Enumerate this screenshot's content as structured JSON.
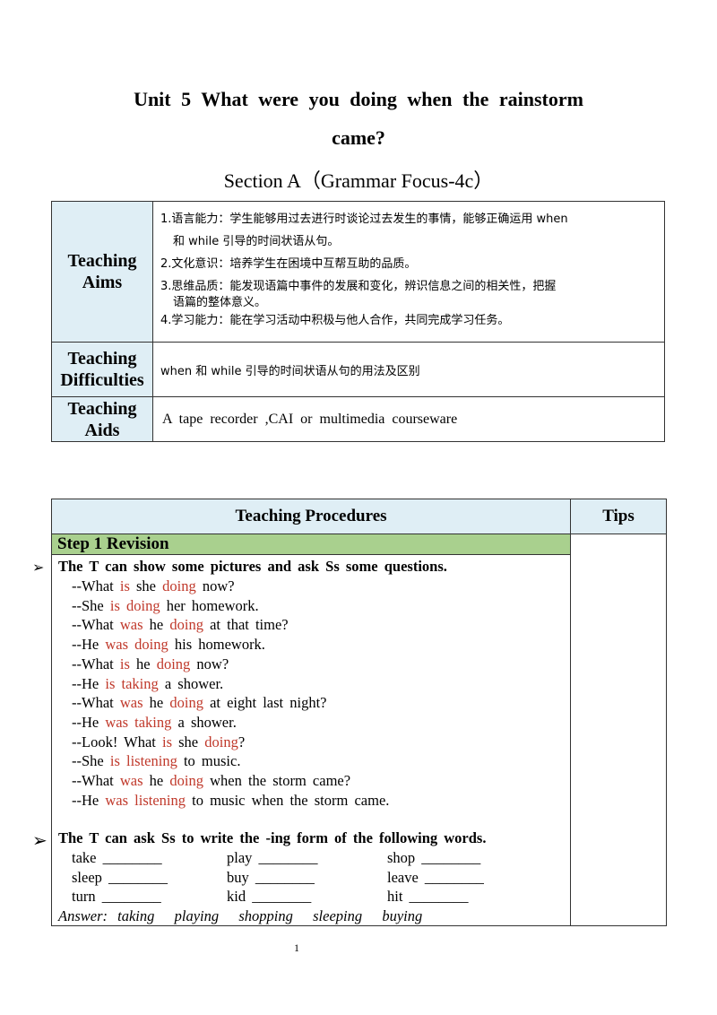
{
  "title": {
    "line1": "Unit 5 What were you doing when the rainstorm",
    "line2": "came?",
    "section": "Section A（Grammar Focus-4c）"
  },
  "info_table": {
    "aims_label_1": "Teaching",
    "aims_label_2": "Aims",
    "aims": [
      "1.语言能力：学生能够用过去进行时谈论过去发生的事情，能够正确运用 when",
      "和 while 引导的时间状语从句。",
      "2.文化意识：培养学生在困境中互帮互助的品质。",
      "3.思维品质：能发现语篇中事件的发展和变化，辨识信息之间的相关性，把握",
      "语篇的整体意义。",
      "4.学习能力：能在学习活动中积极与他人合作，共同完成学习任务。"
    ],
    "diff_label_1": "Teaching",
    "diff_label_2": "Difficulties",
    "difficulties": "when 和 while 引导的时间状语从句的用法及区别",
    "aids_label_1": "Teaching",
    "aids_label_2": "Aids",
    "aids": "A tape recorder ,CAI or multimedia courseware"
  },
  "procedures": {
    "header": "Teaching Procedures",
    "tips_header": "Tips",
    "step": "Step 1 Revision",
    "bullet_glyph": "➢",
    "task1": "The T can show some pictures and ask Ss some questions.",
    "dialogue": [
      [
        [
          "--What ",
          ""
        ],
        [
          "is",
          "red"
        ],
        [
          " she ",
          ""
        ],
        [
          "doing",
          "red"
        ],
        [
          " now?",
          ""
        ]
      ],
      [
        [
          "--She ",
          ""
        ],
        [
          "is doing",
          "red"
        ],
        [
          " her homework.",
          ""
        ]
      ],
      [
        [
          "--What ",
          ""
        ],
        [
          "was",
          "red"
        ],
        [
          " he ",
          ""
        ],
        [
          "doing",
          "red"
        ],
        [
          " at that time?",
          ""
        ]
      ],
      [
        [
          "--He ",
          ""
        ],
        [
          "was doing",
          "red"
        ],
        [
          " his homework.",
          ""
        ]
      ],
      [
        [
          "--What ",
          ""
        ],
        [
          "is",
          "red"
        ],
        [
          " he ",
          ""
        ],
        [
          "doing",
          "red"
        ],
        [
          " now?",
          ""
        ]
      ],
      [
        [
          "--He ",
          ""
        ],
        [
          "is taking",
          "red"
        ],
        [
          " a shower.",
          ""
        ]
      ],
      [
        [
          "--What ",
          ""
        ],
        [
          "was",
          "red"
        ],
        [
          " he ",
          ""
        ],
        [
          "doing",
          "red"
        ],
        [
          " at eight last night?",
          ""
        ]
      ],
      [
        [
          "--He ",
          ""
        ],
        [
          "was taking",
          "red"
        ],
        [
          " a shower.",
          ""
        ]
      ],
      [
        [
          "--Look! What ",
          ""
        ],
        [
          "is",
          "red"
        ],
        [
          " she ",
          ""
        ],
        [
          "doing",
          "red"
        ],
        [
          "?",
          ""
        ]
      ],
      [
        [
          "--She ",
          ""
        ],
        [
          "is listening",
          "red"
        ],
        [
          " to music.",
          ""
        ]
      ],
      [
        [
          "--What ",
          ""
        ],
        [
          "was",
          "red"
        ],
        [
          " he ",
          ""
        ],
        [
          "doing",
          "red"
        ],
        [
          " when the storm came?",
          ""
        ]
      ],
      [
        [
          "--He ",
          ""
        ],
        [
          "was listening",
          "red"
        ],
        [
          " to music when the storm came.",
          ""
        ]
      ]
    ],
    "task2": "The T can ask Ss to write the -ing form of the following words.",
    "words": [
      [
        "take ________",
        "play ________",
        "shop ________"
      ],
      [
        "sleep ________",
        "buy ________",
        "leave ________"
      ],
      [
        "turn ________",
        "kid ________",
        "hit ________"
      ]
    ],
    "answer": "Answer: taking  playing  shopping  sleeping  buying"
  },
  "page_number": "1",
  "colors": {
    "red_text": "#c0392b",
    "header_bg": "#dfeef5",
    "step_bg": "#a9d08e"
  }
}
